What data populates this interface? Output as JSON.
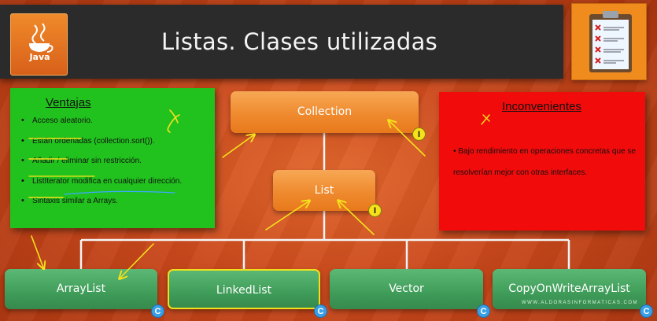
{
  "header": {
    "title": "Listas. Clases utilizadas",
    "logo_text": "Java"
  },
  "ventajas": {
    "title": "Ventajas",
    "items": [
      "Acceso aleatorio.",
      "Están ordenadas (collection.sort()).",
      "Añadir / eliminar sin restricción.",
      "ListIterator modifica en cualquier dirección.",
      "Sintaxis similar a Arrays."
    ]
  },
  "inconvenientes": {
    "title": "Inconvenientes",
    "text": "Bajo rendimiento en operaciones concretas que se resolverían mejor con otras interfaces."
  },
  "diagram": {
    "collection": {
      "label": "Collection",
      "badge": "I"
    },
    "list": {
      "label": "List",
      "badge": "I"
    },
    "classes": [
      {
        "label": "ArrayList",
        "badge": "C"
      },
      {
        "label": "LinkedList",
        "badge": "C"
      },
      {
        "label": "Vector",
        "badge": "C"
      },
      {
        "label": "CopyOnWriteArrayList",
        "badge": "C"
      }
    ]
  },
  "watermark": "WWW.ALDORASINFORMATICAS.COM",
  "colors": {
    "background": "#c9481c",
    "title_bar": "#2b2b2b",
    "ventajas_note": "#21c21d",
    "inconvenientes_note": "#f20b0b",
    "interface_box": "#ef8a2e",
    "class_box": "#3f9c59",
    "annotation_yellow": "#f5e21b",
    "interface_badge": "#f5e21b",
    "class_badge": "#3aa0e6"
  }
}
